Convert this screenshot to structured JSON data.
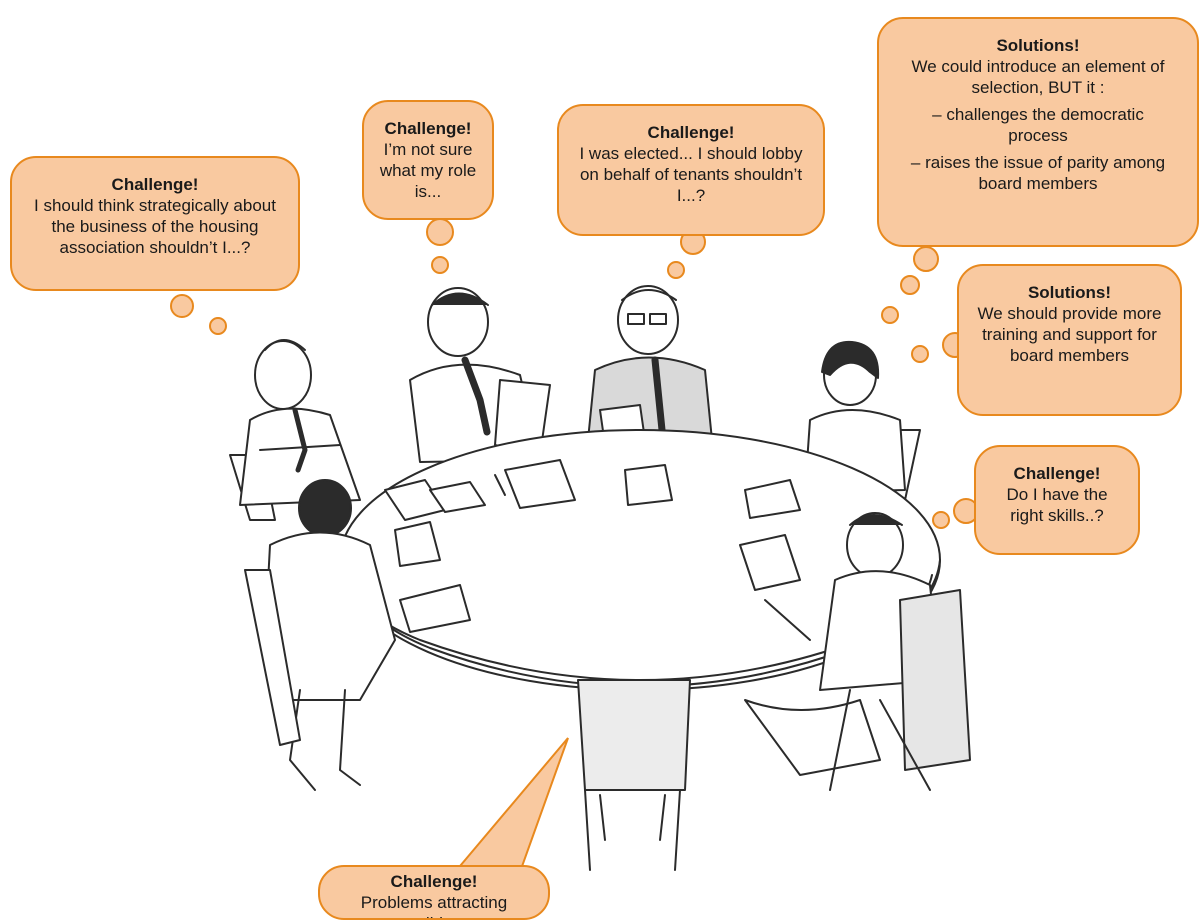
{
  "colors": {
    "bubble_fill": "#f9c9a0",
    "bubble_border": "#e8891e",
    "sketch_ink": "#2b2b2b"
  },
  "illustration": {
    "subject": "people-seated-at-round-table-icon"
  },
  "bubbles": [
    {
      "heading": "Challenge!",
      "body": "I should think strategically about the business of the housing association shouldn’t I...?"
    },
    {
      "heading": "Challenge!",
      "body": "I’m not sure what my role is..."
    },
    {
      "heading": "Challenge!",
      "body": "I was elected... I should lobby on behalf of tenants shouldn’t I...?"
    },
    {
      "heading": "Solutions!",
      "body": "We could introduce an element of selection, BUT it :",
      "items": [
        "– challenges the democratic process",
        "– raises the issue of parity among board members"
      ]
    },
    {
      "heading": "Solutions!",
      "body": "We should provide more training and support for board members"
    },
    {
      "heading": "Challenge!",
      "body": "Do I have the right skills..?"
    },
    {
      "heading": "Challenge!",
      "body": "Problems attracting candidates"
    }
  ]
}
